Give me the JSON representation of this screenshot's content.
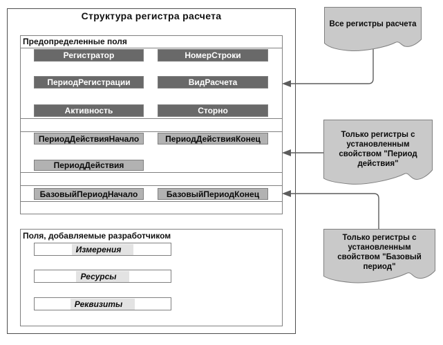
{
  "title": "Структура регистра расчета",
  "predefined": {
    "label": "Предопределенные поля",
    "standard_fields": [
      "Регистратор",
      "НомерСтроки",
      "ПериодРегистрации",
      "ВидРасчета",
      "Активность",
      "Сторно"
    ],
    "action_period_fields": [
      "ПериодДействияНачало",
      "ПериодДействияКонец",
      "ПериодДействия"
    ],
    "base_period_fields": [
      "БазовыйПериодНачало",
      "БазовыйПериодКонец"
    ]
  },
  "developer": {
    "label": "Поля, добавляемые разработчиком",
    "items": [
      "Измерения",
      "Ресурсы",
      "Реквизиты"
    ]
  },
  "callouts": {
    "all_registers": "Все регистры расчета",
    "action_period": "Только регистры с установленным свойством \"Период действия\"",
    "base_period": "Только регистры с установленным свойством \"Базовый период\""
  },
  "colors": {
    "dark_field_bg": "#696969",
    "dark_field_text": "#ffffff",
    "light_field_bg": "#b2b2b2",
    "callout_bg": "#c9c9c9",
    "border": "#7f7f7f",
    "connector": "#5c5c5c"
  }
}
